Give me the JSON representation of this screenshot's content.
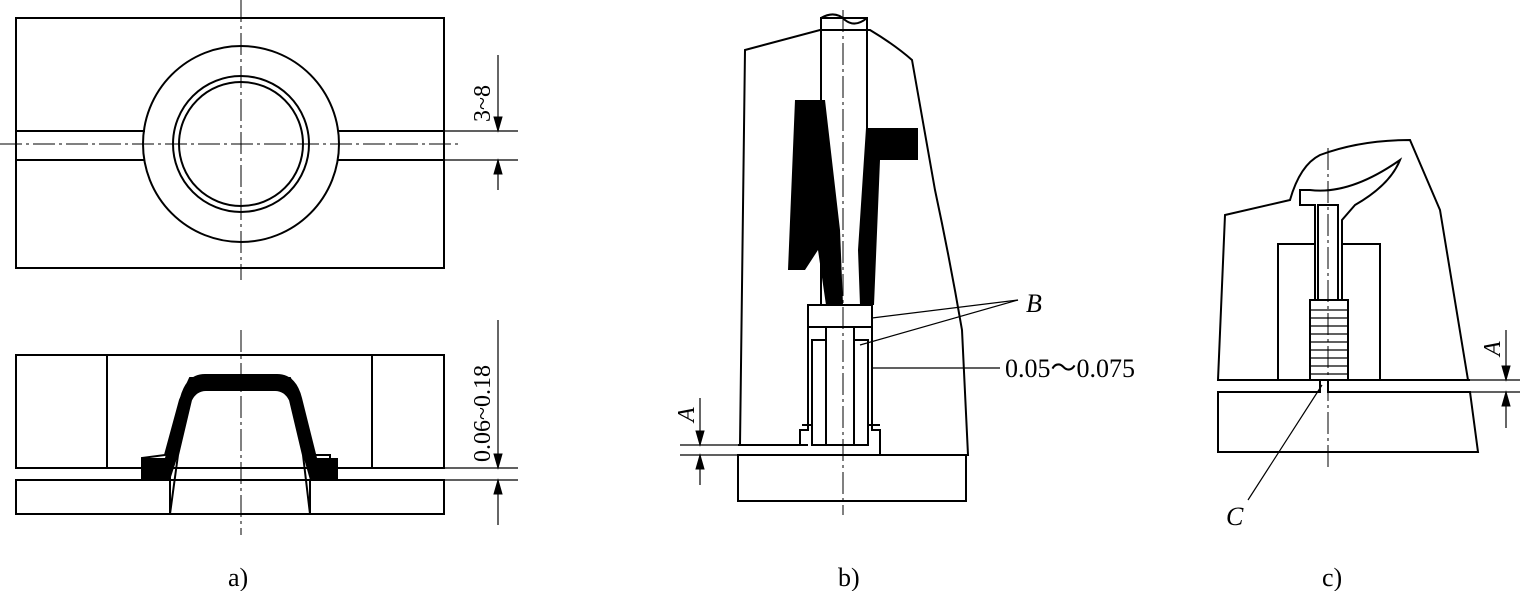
{
  "figure": {
    "panels": [
      {
        "id": "a",
        "caption": "a)"
      },
      {
        "id": "b",
        "caption": "b)"
      },
      {
        "id": "c",
        "caption": "c)"
      }
    ],
    "dimensions": {
      "a_top_gap": "3~8",
      "a_bottom_gap": "0.06~0.18",
      "b_clearance": "0.05～0.075"
    },
    "labels": {
      "b_vent_label": "B",
      "b_gap_label": "A",
      "c_gap_label": "A",
      "c_label": "C"
    }
  }
}
